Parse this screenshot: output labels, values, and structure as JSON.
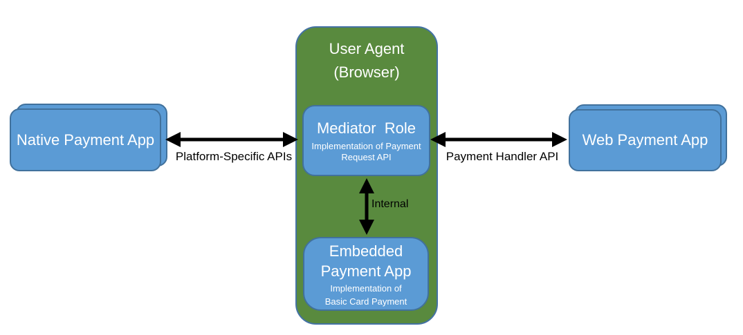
{
  "diagram": {
    "user_agent": {
      "title_line1": "User Agent",
      "title_line2": "(Browser)"
    },
    "mediator": {
      "title": "Mediator  Role",
      "subtitle_line1": "Implementation of Payment",
      "subtitle_line2": "Request API"
    },
    "embedded_app": {
      "title_line1": "Embedded",
      "title_line2": "Payment App",
      "subtitle_line1": "Implementation of",
      "subtitle_line2": "Basic Card Payment"
    },
    "native_app": {
      "label": "Native Payment App"
    },
    "web_app": {
      "label": "Web Payment App"
    },
    "connections": {
      "platform_apis_label": "Platform-Specific APIs",
      "payment_handler_label": "Payment Handler API",
      "internal_label": "Internal"
    },
    "colors": {
      "green-fill": "#598A3E",
      "green-border": "#4472A4",
      "blue-fill": "#5B9BD5",
      "blue-border": "#41719C",
      "arrow": "#000000",
      "label-text": "#000000",
      "box-text": "#FFFFFF"
    }
  }
}
